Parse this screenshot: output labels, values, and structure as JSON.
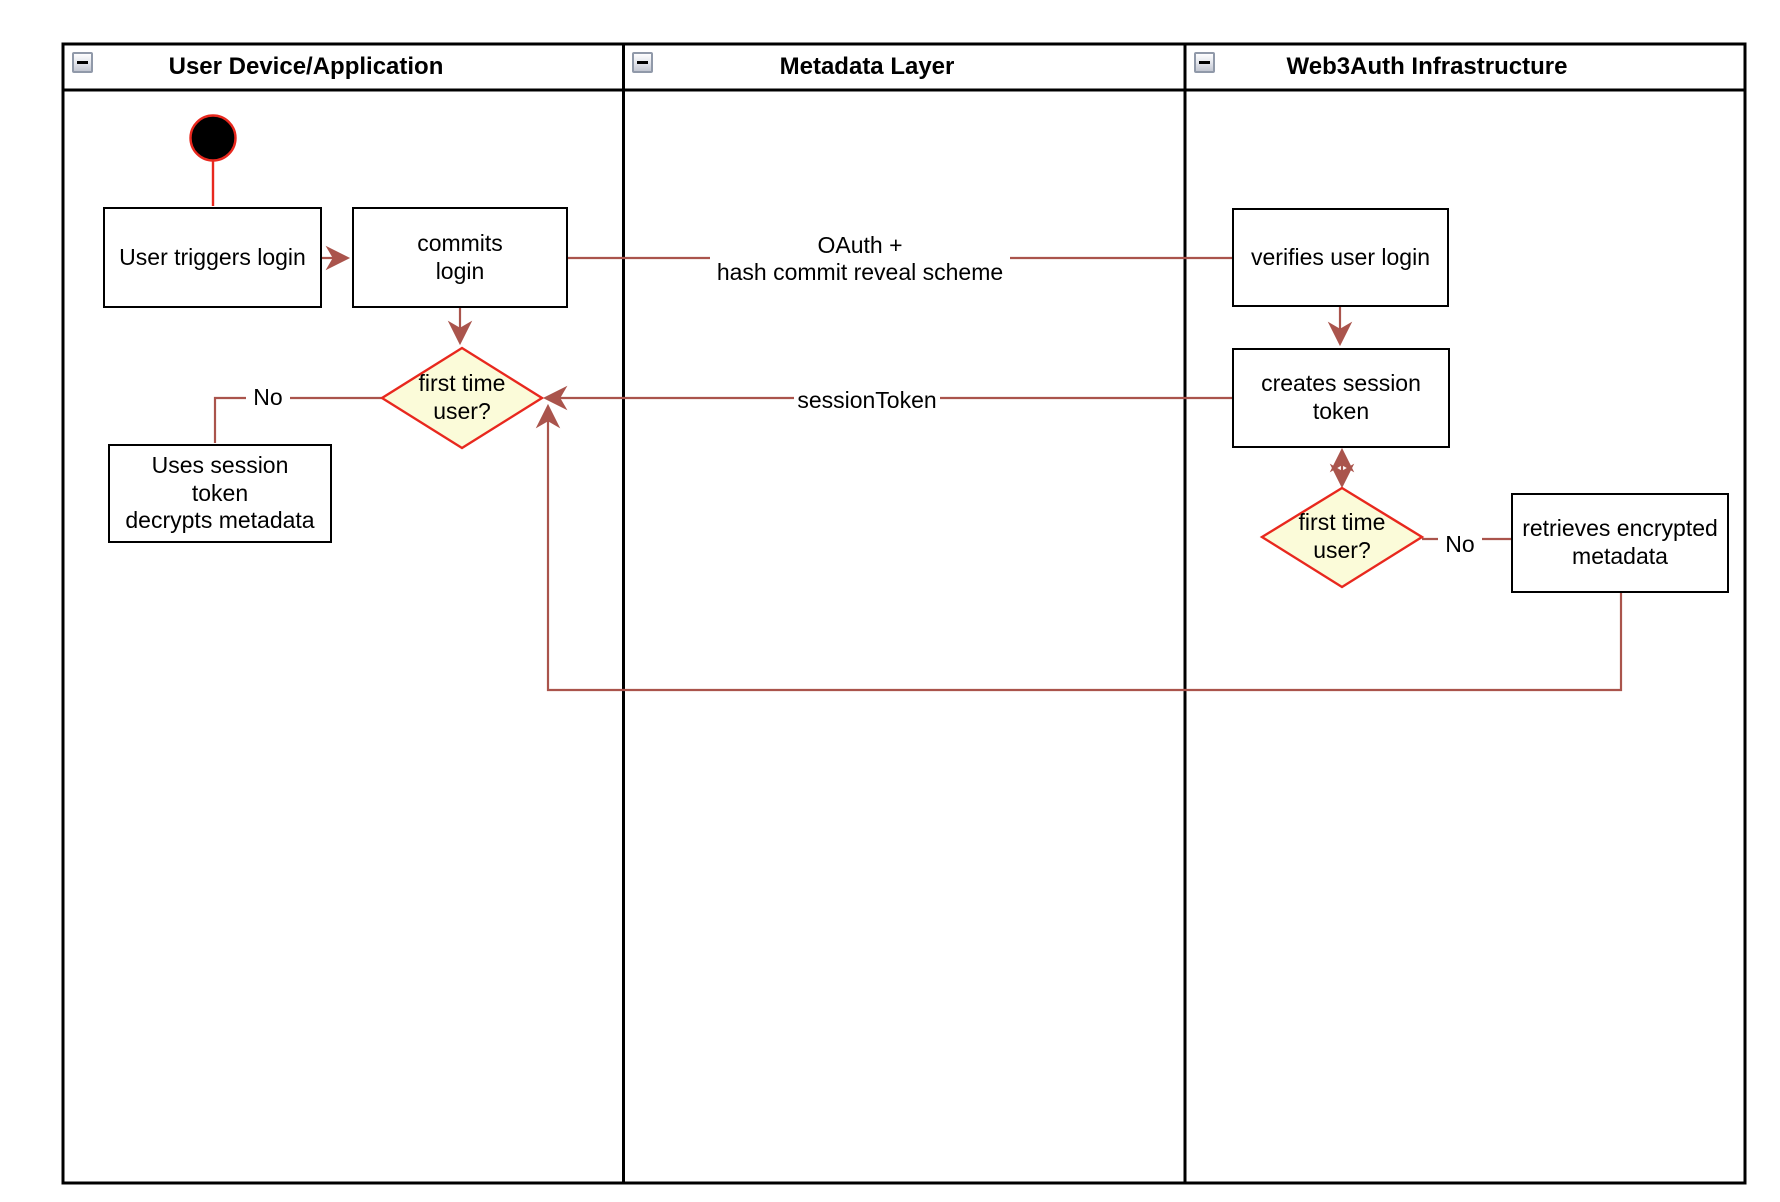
{
  "diagram": {
    "type": "swimlane-activity-diagram",
    "lanes": [
      {
        "title": "User Device/Application"
      },
      {
        "title": "Metadata Layer"
      },
      {
        "title": "Web3Auth Infrastructure"
      }
    ],
    "nodes": {
      "user_triggers": "User triggers login",
      "commits": "commits\nlogin",
      "decision_client": "first time\nuser?",
      "uses_session": "Uses session\ntoken\ndecrypts metadata",
      "verifies": "verifies user login",
      "creates": "creates session\ntoken",
      "decision_infra": "first time\nuser?",
      "retrieves": "retrieves encrypted\nmetadata"
    },
    "edge_labels": {
      "oauth": "OAuth +\nhash commit reveal scheme",
      "session_token": "sessionToken",
      "no_client": "No",
      "no_infra": "No"
    },
    "icons": {
      "collapse": "minus-icon",
      "start": "start-node-filled-circle"
    },
    "colors": {
      "connector": "#aa544c",
      "start_red": "#e8281e",
      "decision_fill": "#fbfbd9",
      "frame_black": "#000000"
    }
  }
}
